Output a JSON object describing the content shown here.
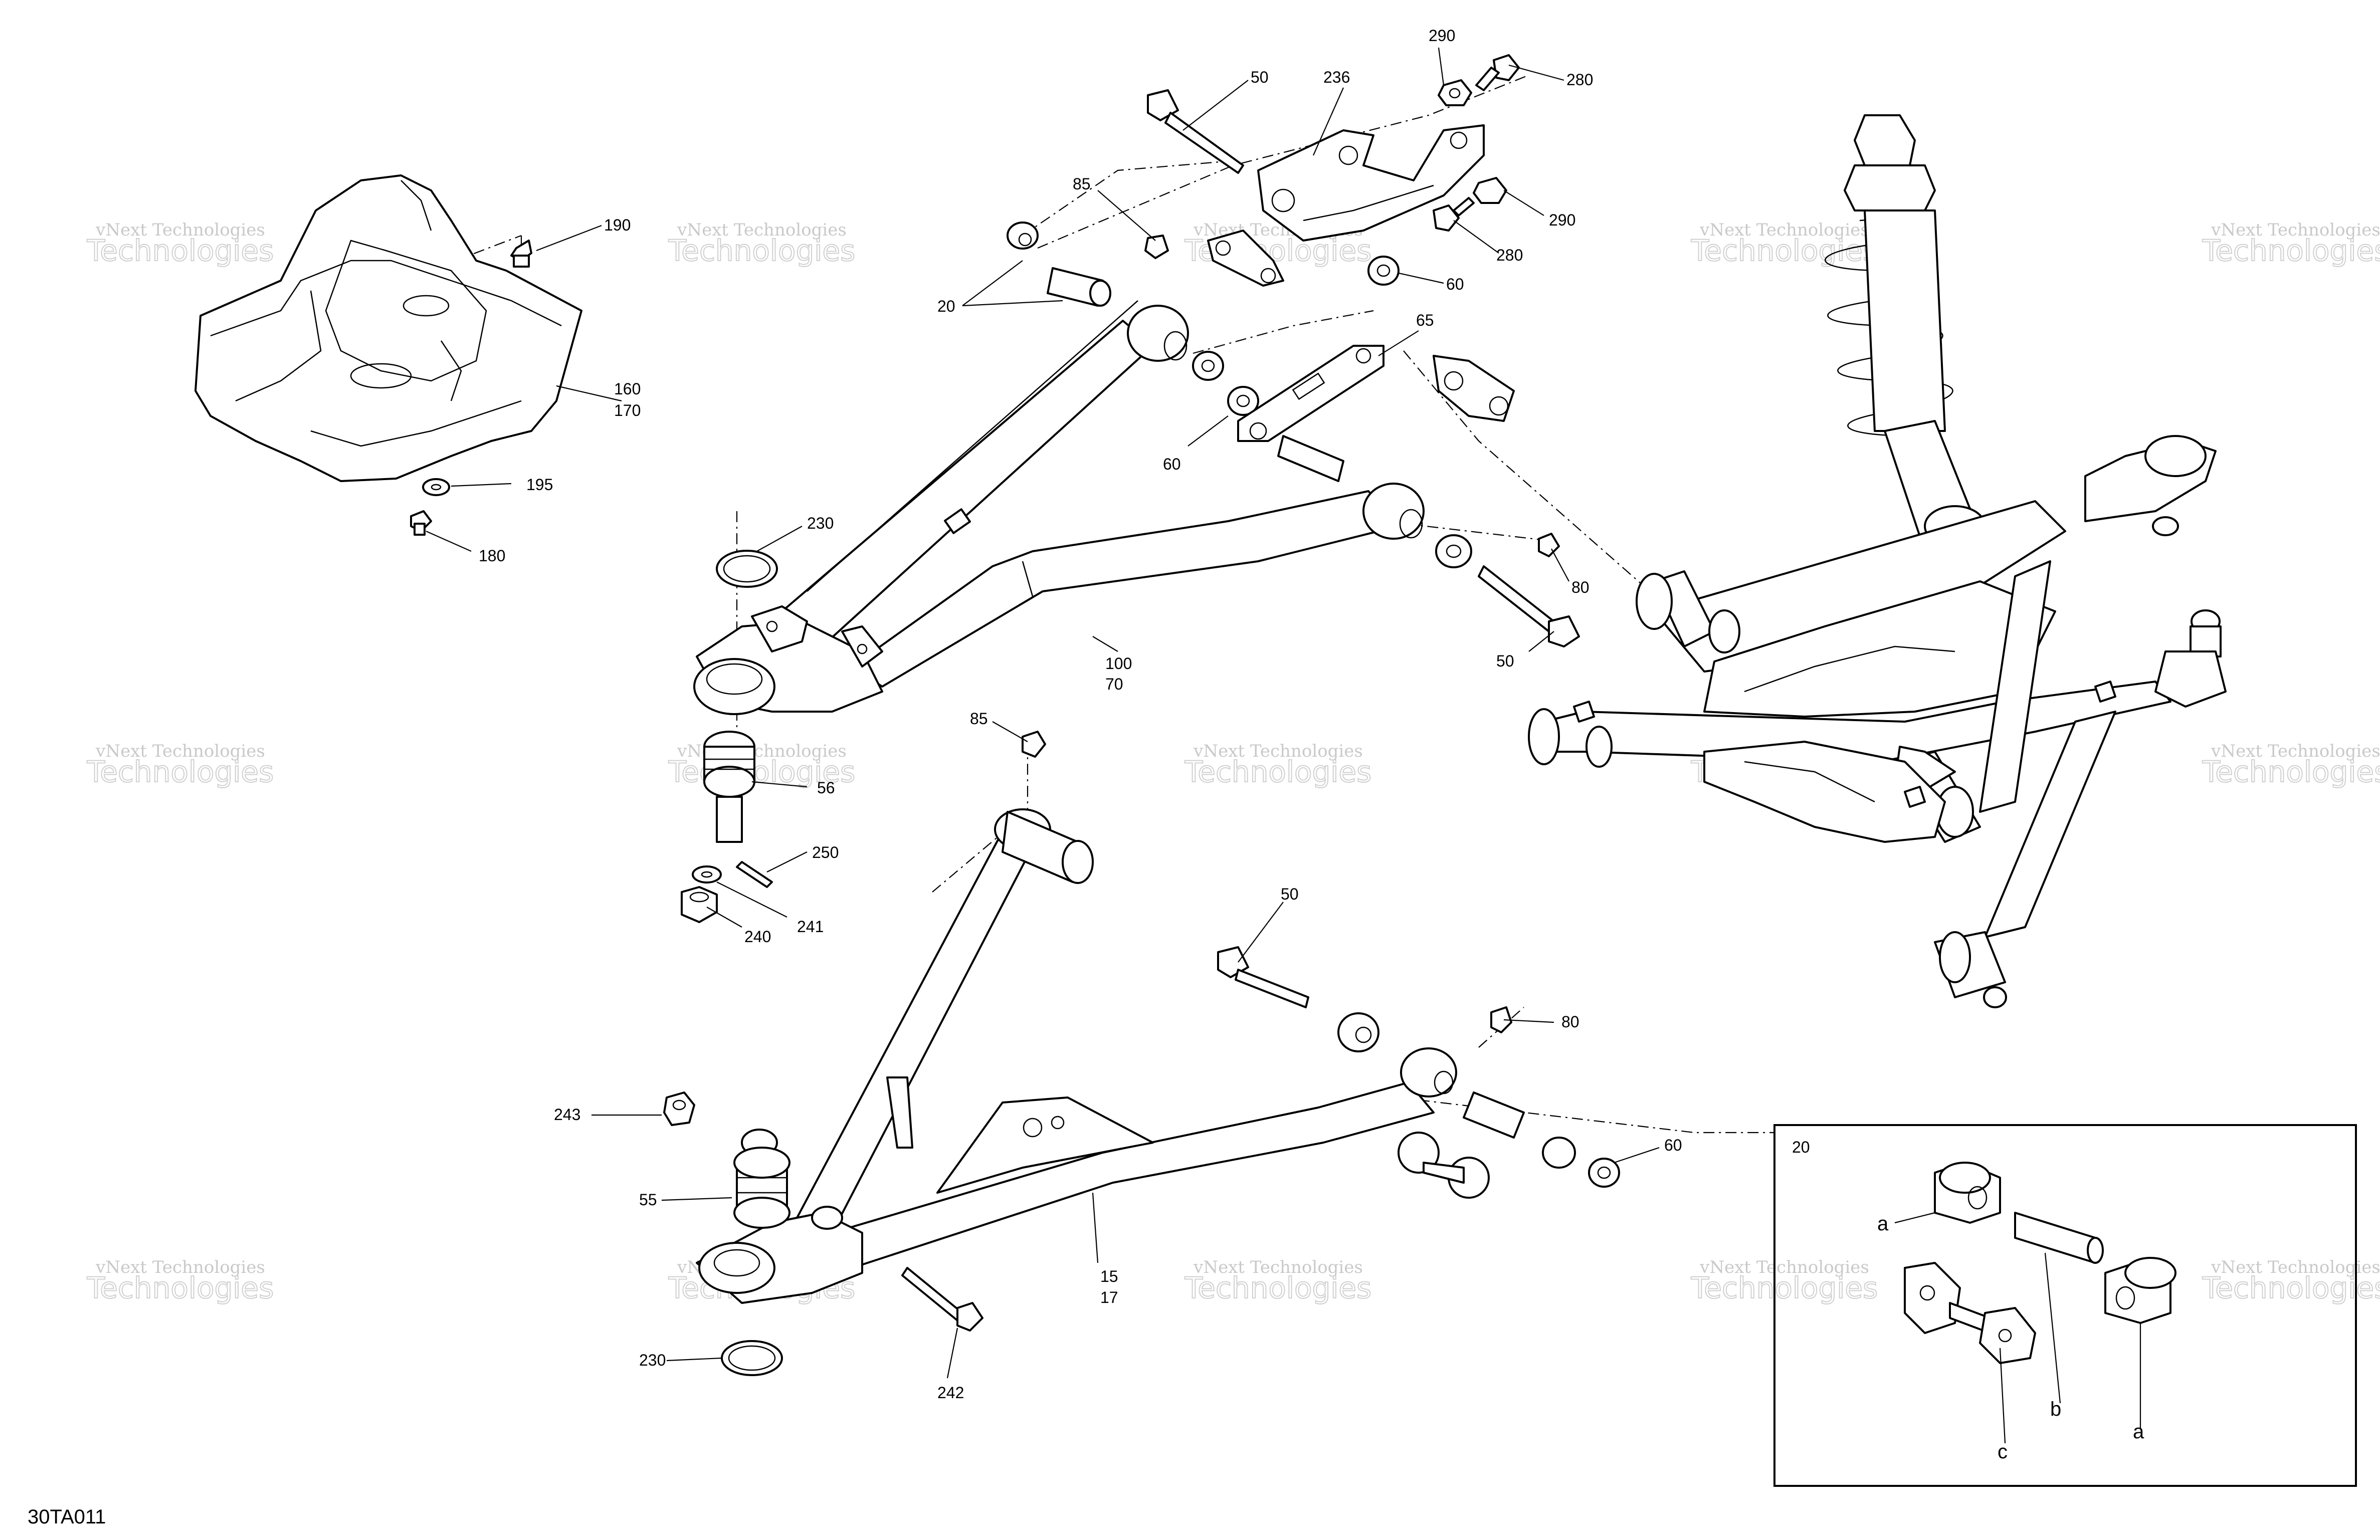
{
  "diagram_code": "30TA011",
  "watermark": {
    "line1": "vNext Technologies",
    "line2": "Technologies",
    "line2_arc": "vNext"
  },
  "callouts": {
    "c50_top": "50",
    "c236": "236",
    "c290_top": "290",
    "c280_top": "280",
    "c85_top": "85",
    "c290_right": "290",
    "c280_right": "280",
    "c20": "20",
    "c60_top": "60",
    "c65": "65",
    "c60_mid": "60",
    "c190": "190",
    "c160": "160",
    "c170": "170",
    "c195": "195",
    "c180": "180",
    "c230_top": "230",
    "c80_top": "80",
    "c50_mid": "50",
    "c100": "100",
    "c70": "70",
    "c85_mid": "85",
    "c56": "56",
    "c250": "250",
    "c241": "241",
    "c240": "240",
    "c50_low": "50",
    "c80_low": "80",
    "c243": "243",
    "c60_low": "60",
    "c55": "55",
    "c15": "15",
    "c17": "17",
    "c230_low": "230",
    "c242": "242"
  },
  "inset": {
    "title": "20",
    "label_a1": "a",
    "label_b": "b",
    "label_c": "c",
    "label_a2": "a"
  }
}
